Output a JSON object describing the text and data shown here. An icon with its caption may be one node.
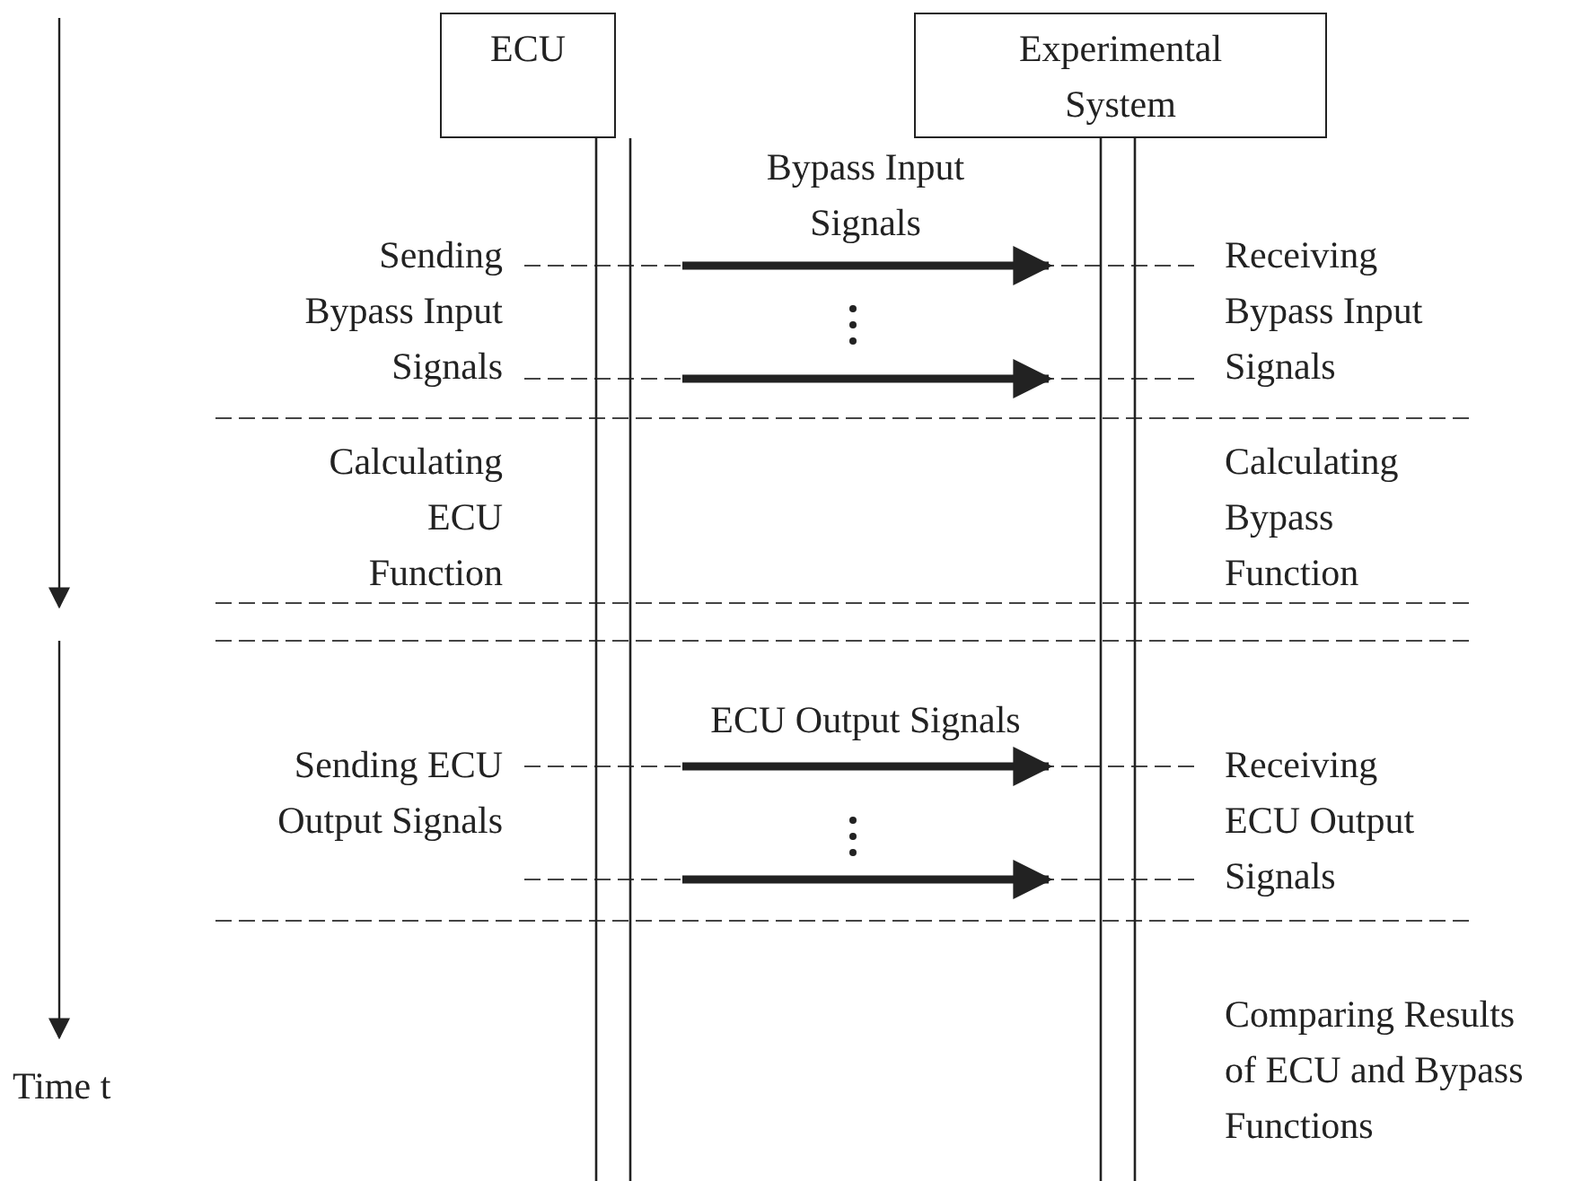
{
  "diagram": {
    "nodes": [
      {
        "text": [
          "ECU"
        ]
      },
      {
        "text": [
          "Experimental System"
        ]
      }
    ],
    "edges": [
      {
        "from": 0,
        "to": 1,
        "arrow": "to",
        "label": "Bypass Input Signals"
      },
      {
        "from": 0,
        "to": 1,
        "arrow": "to"
      },
      {
        "from": 0,
        "to": 1,
        "arrow": "to",
        "label": "ECU Output Signals"
      },
      {
        "from": 0,
        "to": 1,
        "arrow": "to"
      }
    ],
    "labels": [
      "Sending Bypass Input Signals",
      "Receiving Bypass Input Signals",
      "Calculating ECU Function",
      "Calculating Bypass Function",
      "Sending ECU Output Signals",
      "Receiving ECU Output Signals",
      "Comparing Results of ECU and Bypass Functions",
      "Time t"
    ]
  }
}
